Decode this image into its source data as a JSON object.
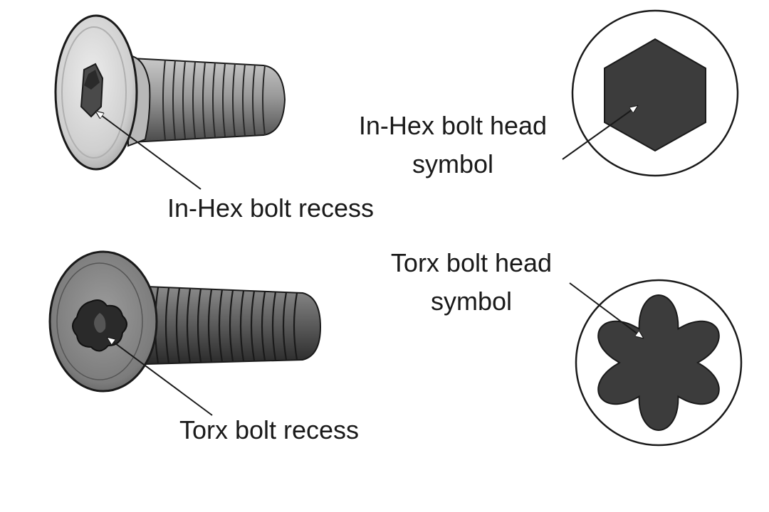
{
  "labels": {
    "inhex_recess": "In-Hex bolt recess",
    "inhex_symbol_line1": "In-Hex bolt head",
    "inhex_symbol_line2": "symbol",
    "torx_symbol_line1": "Torx bolt head",
    "torx_symbol_line2": "symbol",
    "torx_recess": "Torx bolt recess"
  },
  "colors": {
    "background": "#ffffff",
    "outline": "#1a1a1a",
    "symbol_fill": "#3c3c3c",
    "inhex_head_fill": "#d6d6d6",
    "inhex_shank_fill": "#9a9a9a",
    "torx_head_fill": "#8a8a8a",
    "torx_shank_fill": "#5a5a5a"
  }
}
